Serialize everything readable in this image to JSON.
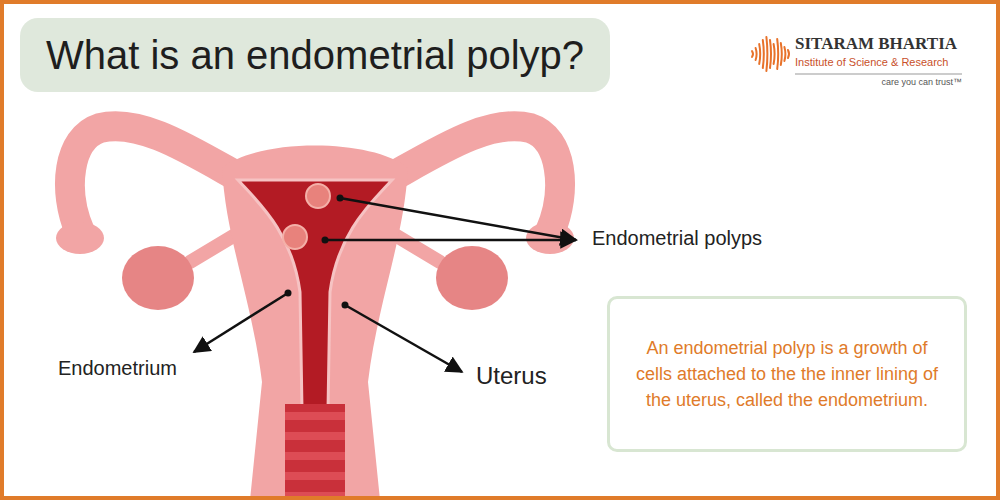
{
  "diagram": {
    "title": "What is an endometrial polyp?",
    "nodes": [
      {
        "text": [
          "An endometrial polyp is a growth of cells attached to the the inner lining of the uterus, called the endometrium."
        ]
      }
    ],
    "labels": [
      "SITARAM BHARTIA",
      "Institute of Science & Research",
      "care you can trust™",
      "Endometrial polyps",
      "Endometrium",
      "Uterus"
    ]
  }
}
